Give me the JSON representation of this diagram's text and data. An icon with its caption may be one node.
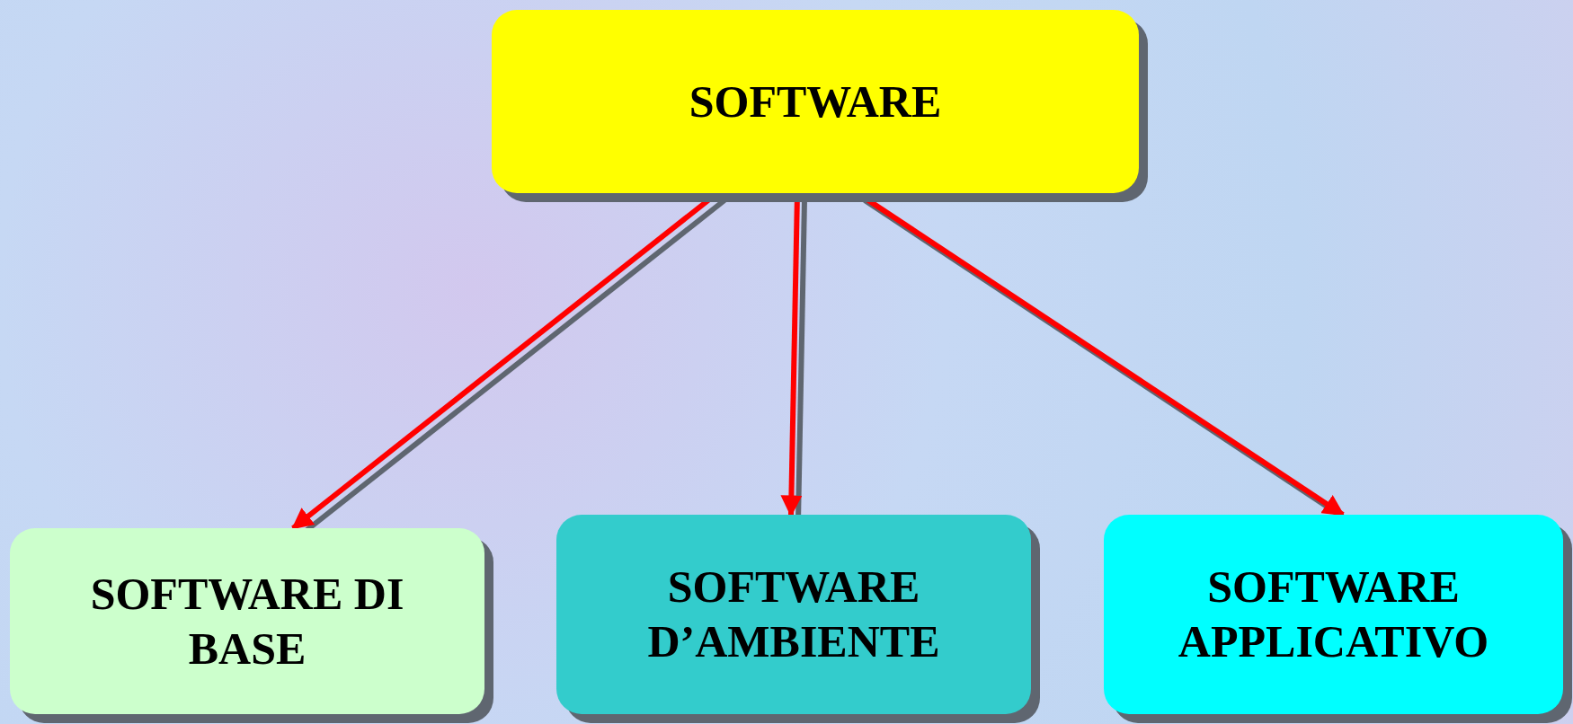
{
  "diagram": {
    "nodes": [
      {
        "text": [
          "SOFTWARE"
        ]
      },
      {
        "text": [
          "SOFTWARE DI BASE"
        ]
      },
      {
        "text": [
          "SOFTWARE D’AMBIENTE"
        ]
      },
      {
        "text": [
          "SOFTWARE APPLICATIVO"
        ]
      }
    ],
    "edges": [
      {
        "from": 0,
        "to": 1,
        "arrow": "to"
      },
      {
        "from": 0,
        "to": 2,
        "arrow": "to"
      },
      {
        "from": 0,
        "to": 3,
        "arrow": "to"
      }
    ]
  }
}
